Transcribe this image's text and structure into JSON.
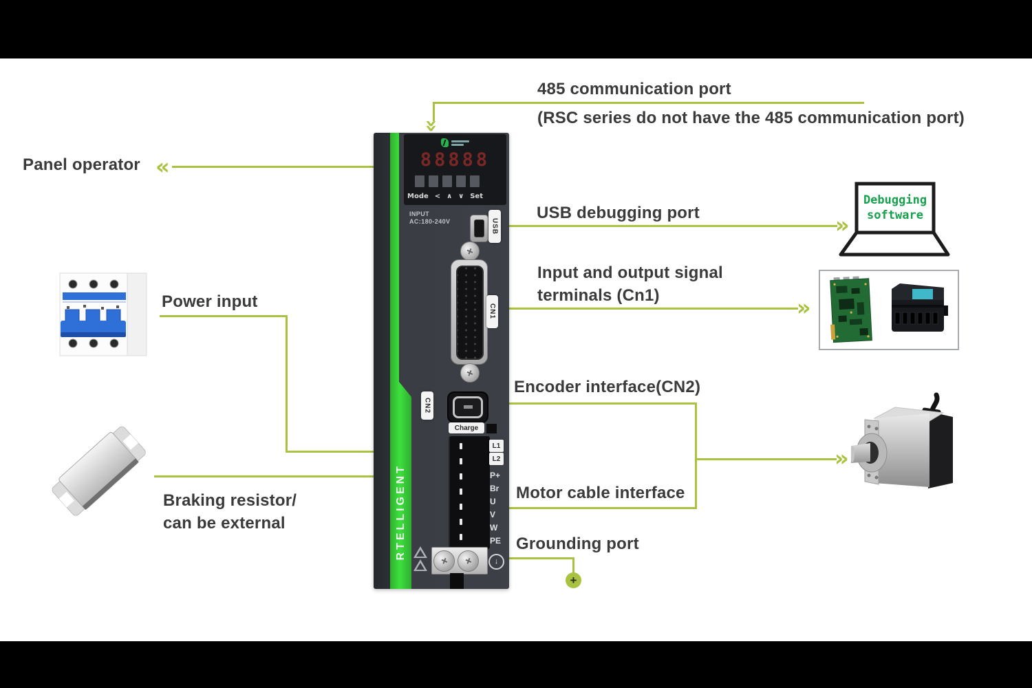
{
  "page": {
    "type": "servo-drive-interface-diagram"
  },
  "colors": {
    "background_bars": "#000000",
    "content_background": "#ffffff",
    "line_green": "#a9c23f",
    "stripe_green": "#3ccf3c",
    "label_text": "#3a3a3a",
    "debug_text_green": "#17a04e",
    "drive_body": "#3a3e44",
    "display_digits": "#7b2726",
    "breaker_blue": "#2e6fd8",
    "controller_teal": "#3fb9c9"
  },
  "icons": {
    "chevron_right": "»",
    "chevron_left": "«",
    "chevron_down": "»",
    "ground_arrow": "↓",
    "screw_cross": "+"
  },
  "callouts": {
    "comm_485": "485 communication port",
    "comm_485_note": "(RSC series do not have the 485 communication port)",
    "panel_operator": "Panel operator",
    "usb_debugging": "USB debugging port",
    "io_terminals_line1": "Input and output signal",
    "io_terminals_line2": "terminals (Cn1)",
    "encoder_interface": "Encoder interface(CN2)",
    "motor_cable": "Motor cable interface",
    "grounding_port": "Grounding port",
    "power_input": "Power input",
    "braking_resistor_line1": "Braking resistor/",
    "braking_resistor_line2": "can be external"
  },
  "drive": {
    "display_value": "88888",
    "buttons": [
      "Mode",
      "<",
      "∧",
      "∨",
      "Set"
    ],
    "input_label_line1": "INPUT",
    "input_label_line2": "AC:180-240V",
    "usb_tab": "USB",
    "cn1_tab": "CN1",
    "cn2_tab": "CN2",
    "charge_label": "Charge",
    "power_terminal_tabs": [
      "L1",
      "L2"
    ],
    "terminal_labels": [
      "P+",
      "Br",
      "U",
      "V",
      "W",
      "PE"
    ],
    "brand_vertical": "RTELLIGENT"
  },
  "debug_laptop": {
    "line1": "Debugging",
    "line2": "software"
  }
}
